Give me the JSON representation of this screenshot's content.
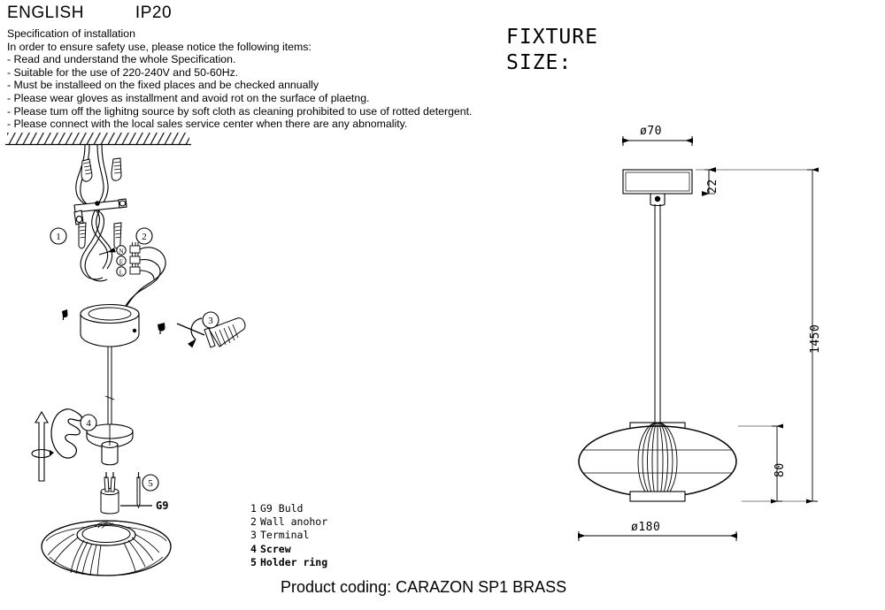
{
  "header": {
    "language": "ENGLISH",
    "ip_rating": "IP20"
  },
  "specification": {
    "title": "Specification of installation",
    "intro": "In order to ensure safety use, please notice the following items:",
    "items": [
      "- Read and understand the whole Specification.",
      "- Suitable for the use of 220-240V and 50-60Hz.",
      "- Must be installeed on the fixed places and be checked annually",
      "- Please wear gloves as installment and avoid rot on the surface of plaetng.",
      "- Please tum off the lighitng source by soft cloth as cleaning prohibited to use of rotted detergent.",
      "- Please connect with the local sales service center when there are any abnomality."
    ]
  },
  "fixture_size": {
    "line1": "FIXTURE",
    "line2": "SIZE:"
  },
  "dimensions": {
    "canopy_diameter": "ø70",
    "canopy_height": "22",
    "total_drop": "1450",
    "shade_height": "80",
    "shade_diameter": "ø180"
  },
  "installation_steps": [
    {
      "number": "1",
      "label": "①"
    },
    {
      "number": "2",
      "label": "②"
    },
    {
      "number": "3",
      "label": "③"
    },
    {
      "number": "4",
      "label": "④"
    },
    {
      "number": "5",
      "label": "⑤"
    }
  ],
  "terminal_markings": [
    "N",
    "E",
    "L"
  ],
  "bulb": {
    "label": "G9"
  },
  "parts_list": [
    {
      "num": "1",
      "name": "G9 Buld",
      "bold": false
    },
    {
      "num": "2",
      "name": "Wall anohor",
      "bold": false
    },
    {
      "num": "3",
      "name": "Terminal",
      "bold": false
    },
    {
      "num": "4",
      "name": "Screw",
      "bold": true
    },
    {
      "num": "5",
      "name": "Holder ring",
      "bold": true
    }
  ],
  "product_coding": "Product coding: CARAZON  SP1 BRASS",
  "colors": {
    "line": "#000000",
    "background": "#ffffff",
    "thin_line": "#555555"
  }
}
